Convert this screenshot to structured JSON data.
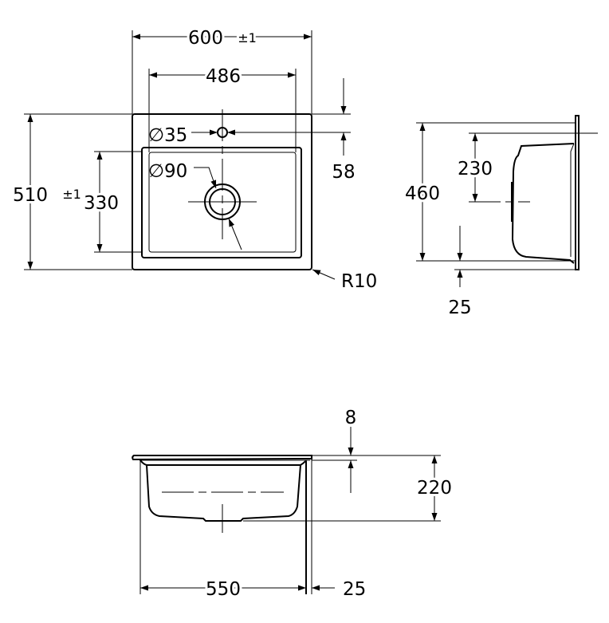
{
  "top_view": {
    "width": "600",
    "width_tol": "±1",
    "inner_width": "486",
    "depth": "510",
    "depth_tol": "±1",
    "inner_depth": "330",
    "tap_offset": "58",
    "tap_hole": "∅35",
    "drain": "∅90",
    "radius": "R10"
  },
  "side_view": {
    "depth": "460",
    "drain_offset": "230",
    "rim_offset": "25"
  },
  "front_view": {
    "rim": "8",
    "height": "220",
    "bowl_width": "550",
    "side_offset": "25"
  }
}
